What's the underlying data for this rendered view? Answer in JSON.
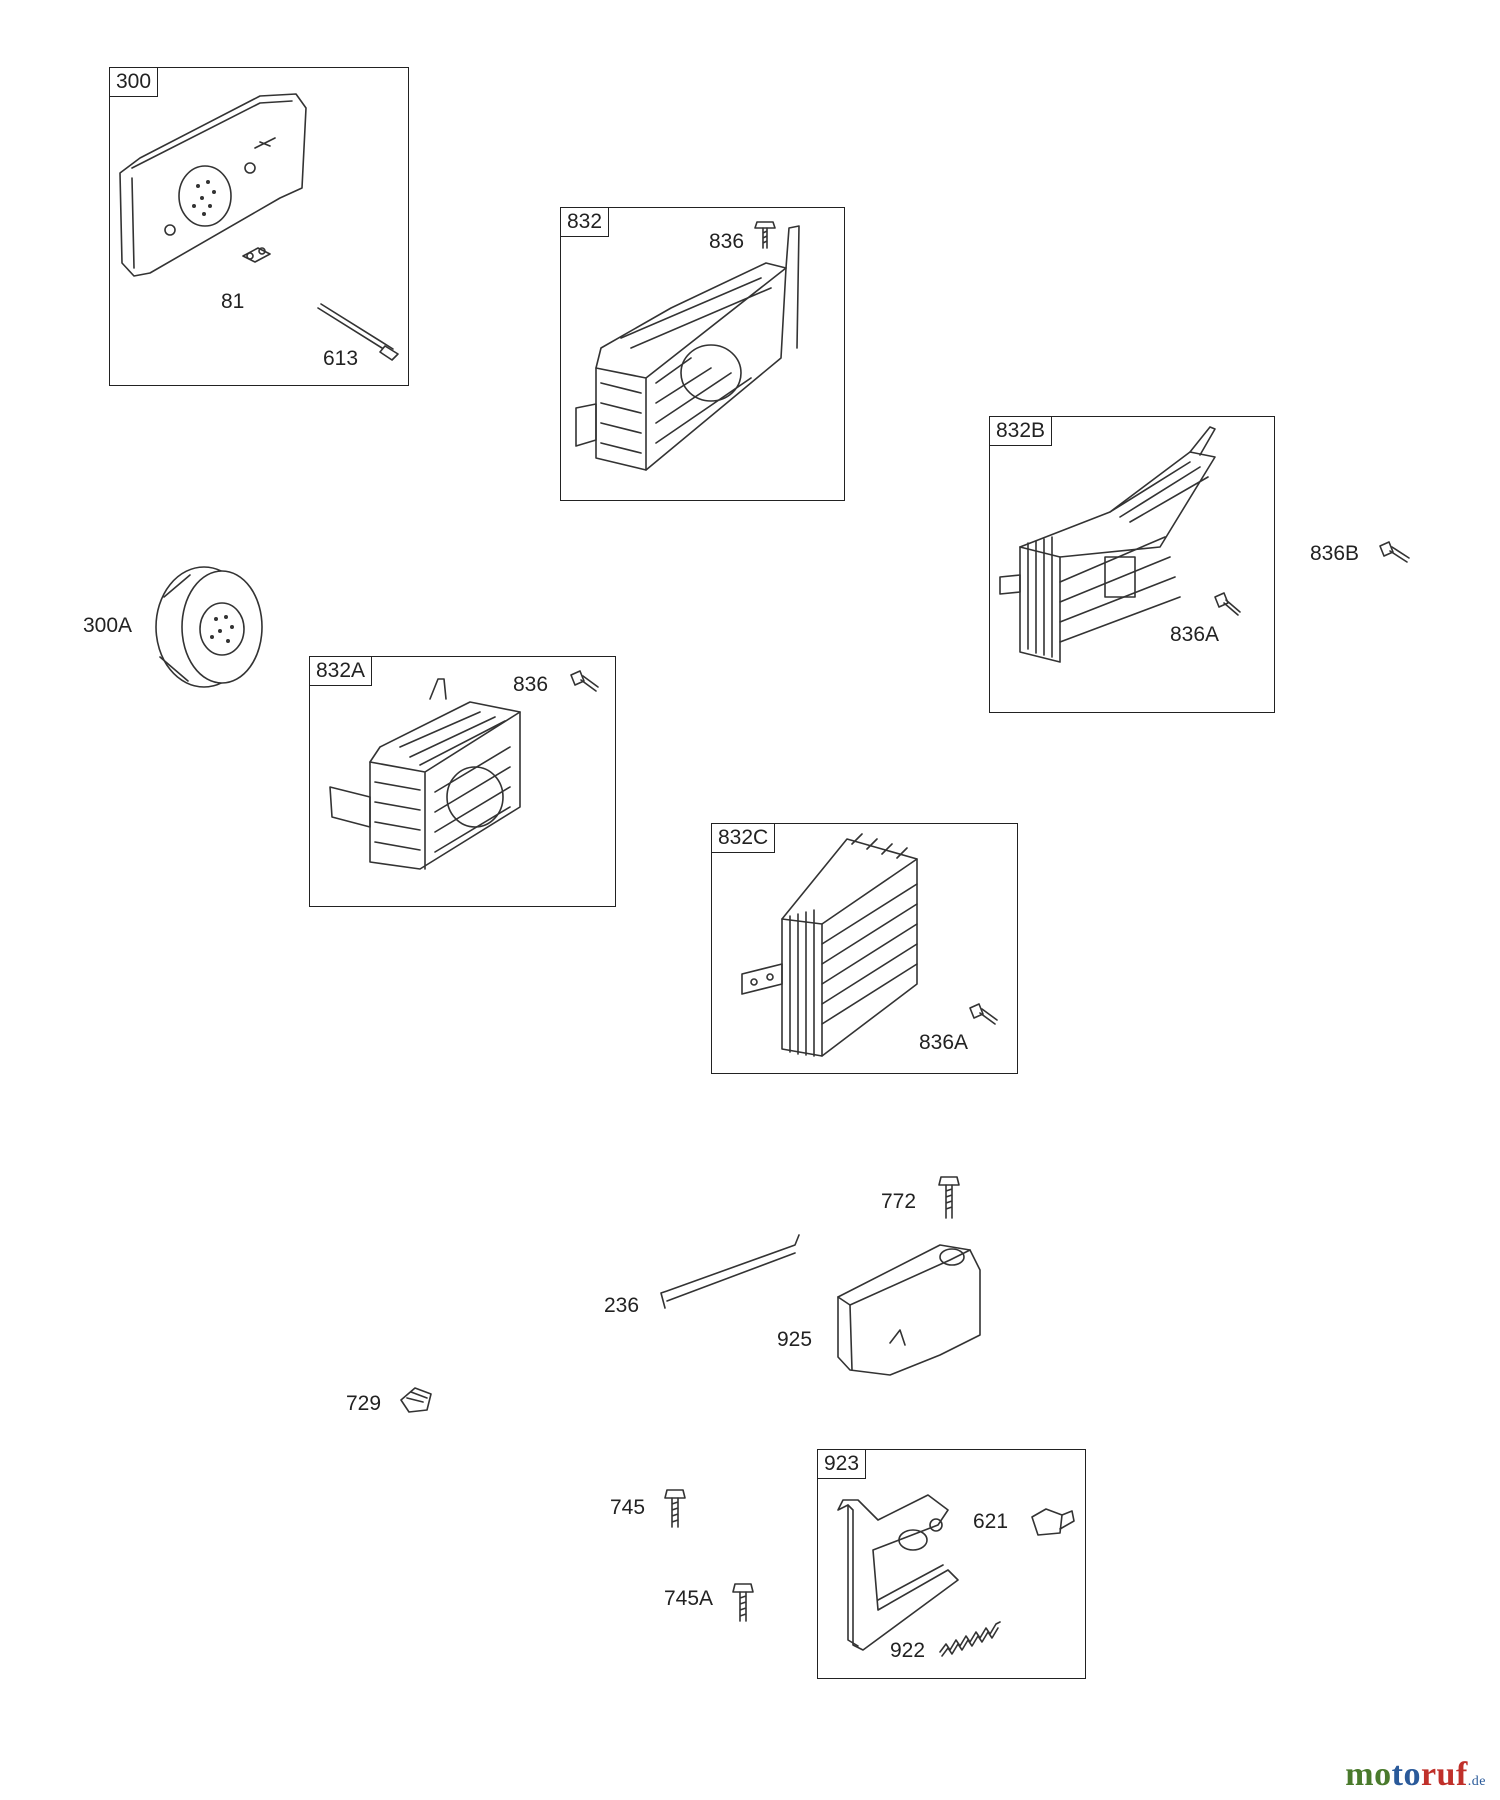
{
  "boxes": {
    "b300": "300",
    "b832": "832",
    "b832b": "832B",
    "b832a": "832A",
    "b832c": "832C",
    "b923": "923"
  },
  "labels": {
    "l81": "81",
    "l613": "613",
    "l836_top": "836",
    "l836b": "836B",
    "l836a_832b": "836A",
    "l300a": "300A",
    "l836_832a": "836",
    "l836a_832c": "836A",
    "l772": "772",
    "l236": "236",
    "l925": "925",
    "l729": "729",
    "l745": "745",
    "l745a": "745A",
    "l621": "621",
    "l922": "922"
  },
  "watermark": {
    "part1": "mo",
    "part2": "to",
    "part3": "ruf",
    "tld": ".de"
  },
  "icons": [
    "muffler",
    "muffler-guard",
    "screw",
    "deflector",
    "spring",
    "bracket"
  ]
}
